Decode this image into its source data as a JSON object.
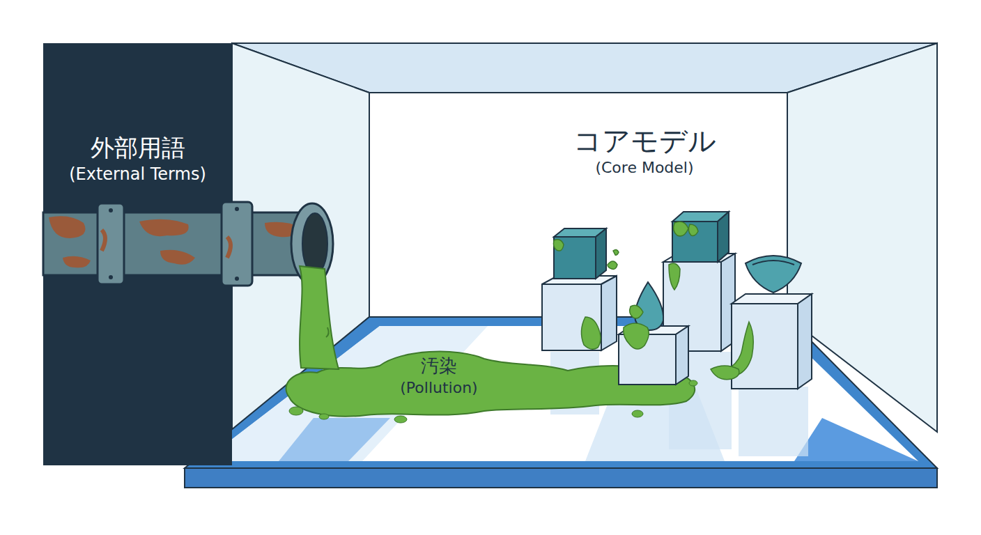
{
  "diagram": {
    "nodes": [
      {
        "text": [
          "外部用語",
          "(External Terms)"
        ]
      },
      {
        "text": [
          "コアモデル",
          "(Core Model)"
        ]
      },
      {
        "text": [
          "汚染",
          "(Pollution)"
        ],
        "in": 1
      }
    ]
  }
}
